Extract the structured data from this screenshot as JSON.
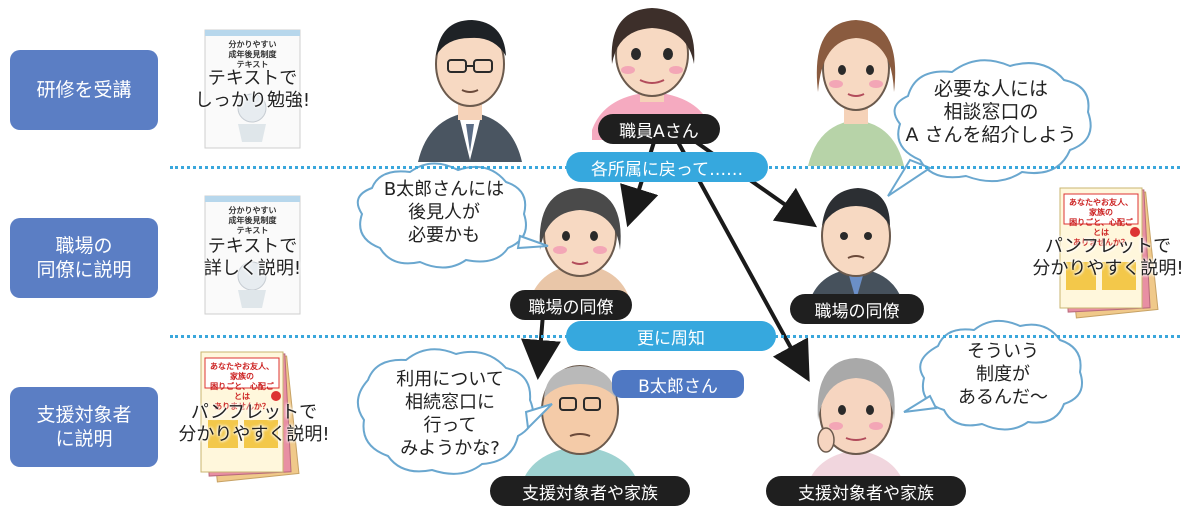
{
  "steps": [
    {
      "label": "研修を受講"
    },
    {
      "label": "職場の\n同僚に説明"
    },
    {
      "label": "支援対象者\nに説明"
    }
  ],
  "dividers": {
    "return_label": "各所属に戻って……",
    "further_label": "更に周知"
  },
  "covers": {
    "textbook_small_title": "分かりやすい\n成年後見制度\nテキスト",
    "textbook_study": "テキストで\nしっかり勉強!",
    "textbook_explain": "テキストで\n詳しく説明!",
    "pamphlet_explain_right": "パンフレットで\n分かりやすく説明!",
    "pamphlet_explain_left": "パンフレットで\n分かりやすく説明!",
    "pamphlet_headline": "あなたやお友人、家族の\n困りごと、心配ごとは\nありませんか？"
  },
  "people": {
    "staff_a": "職員Aさん",
    "colleague_left": "職場の同僚",
    "colleague_right": "職場の同僚",
    "b_taro": "B太郎さん",
    "target_left": "支援対象者や家族",
    "target_right": "支援対象者や家族"
  },
  "bubbles": {
    "need_guardian": "B太郎さんには\n後見人が\n必要かも",
    "introduce_a": "必要な人には\n相談窓口の\nA さんを紹介しよう",
    "consult_window": "利用について\n相続窓口に\n行って\nみようかな?",
    "such_system": "そういう\n制度が\nあるんだ〜"
  },
  "colors": {
    "step_box": "#5b7ec4",
    "divider_pill": "#36a8de",
    "dark_label": "#1f1f1f",
    "b_taro_label": "#4f78c3"
  }
}
